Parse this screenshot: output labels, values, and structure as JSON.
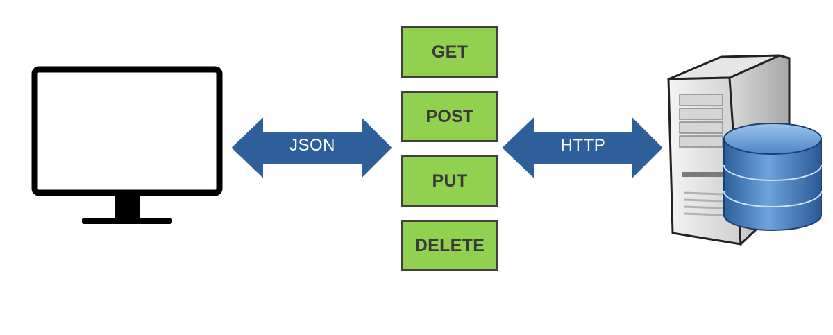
{
  "client": {
    "icon": "monitor-icon"
  },
  "left_arrow": {
    "label": "JSON",
    "color": "#2e5f9b"
  },
  "right_arrow": {
    "label": "HTTP",
    "color": "#2e5f9b"
  },
  "methods": [
    {
      "label": "GET"
    },
    {
      "label": "POST"
    },
    {
      "label": "PUT"
    },
    {
      "label": "DELETE"
    }
  ],
  "method_colors": {
    "fill": "#92d050",
    "border": "#404040",
    "text": "#3a3a3a"
  },
  "server": {
    "icon": "server-icon",
    "database_icon": "database-icon"
  }
}
